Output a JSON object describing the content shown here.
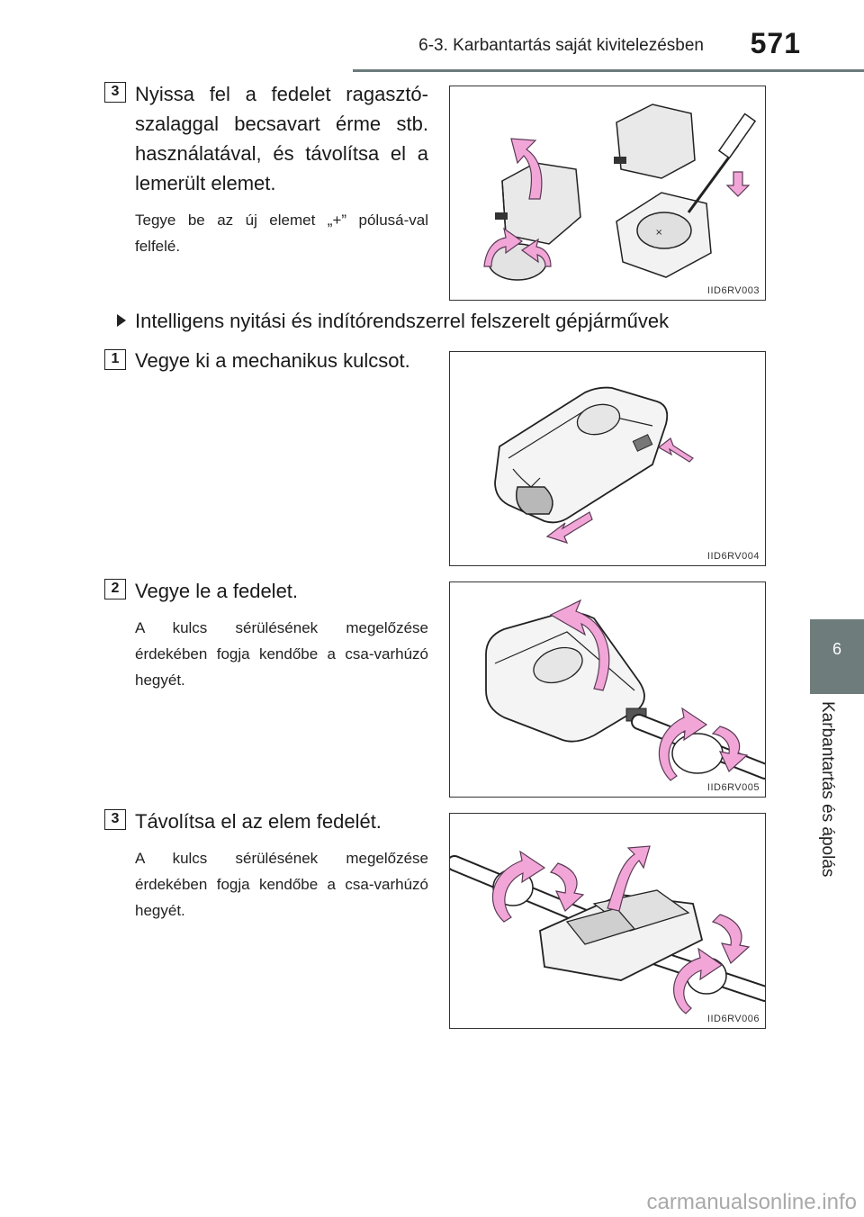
{
  "header": {
    "chapter_title": "6-3. Karbantartás saját kivitelezésben",
    "page_number": "571"
  },
  "side_tab": {
    "number": "6",
    "label": "Karbantartás és ápolás"
  },
  "steps": [
    {
      "number": "3",
      "main": "Nyissa fel a fedelet ragasztó-szalaggal becsavart érme stb. használatával, és távolítsa el a lemerült elemet.",
      "note": "Tegye be az új elemet „+” pólusá-val felfelé.",
      "figure_code": "IID6RV003"
    },
    {
      "number": "1",
      "main": "Vegye ki a mechanikus kulcsot.",
      "note": "",
      "figure_code": "IID6RV004"
    },
    {
      "number": "2",
      "main": "Vegye le a fedelet.",
      "note": "A kulcs sérülésének megelőzése érdekében fogja kendőbe a csa-varhúzó hegyét.",
      "figure_code": "IID6RV005"
    },
    {
      "number": "3",
      "main": "Távolítsa el az elem fedelét.",
      "note": "A kulcs sérülésének megelőzése érdekében fogja kendőbe a csa-varhúzó hegyét.",
      "figure_code": "IID6RV006"
    }
  ],
  "section": {
    "heading": "Intelligens nyitási és indítórendszerrel felszerelt gépjárművek"
  },
  "watermark": "carmanualsonline.info",
  "colors": {
    "accent_tab": "#6f7c7c",
    "arrow_pink": "#f2a6d8",
    "arrow_outline": "#5a3a55"
  }
}
